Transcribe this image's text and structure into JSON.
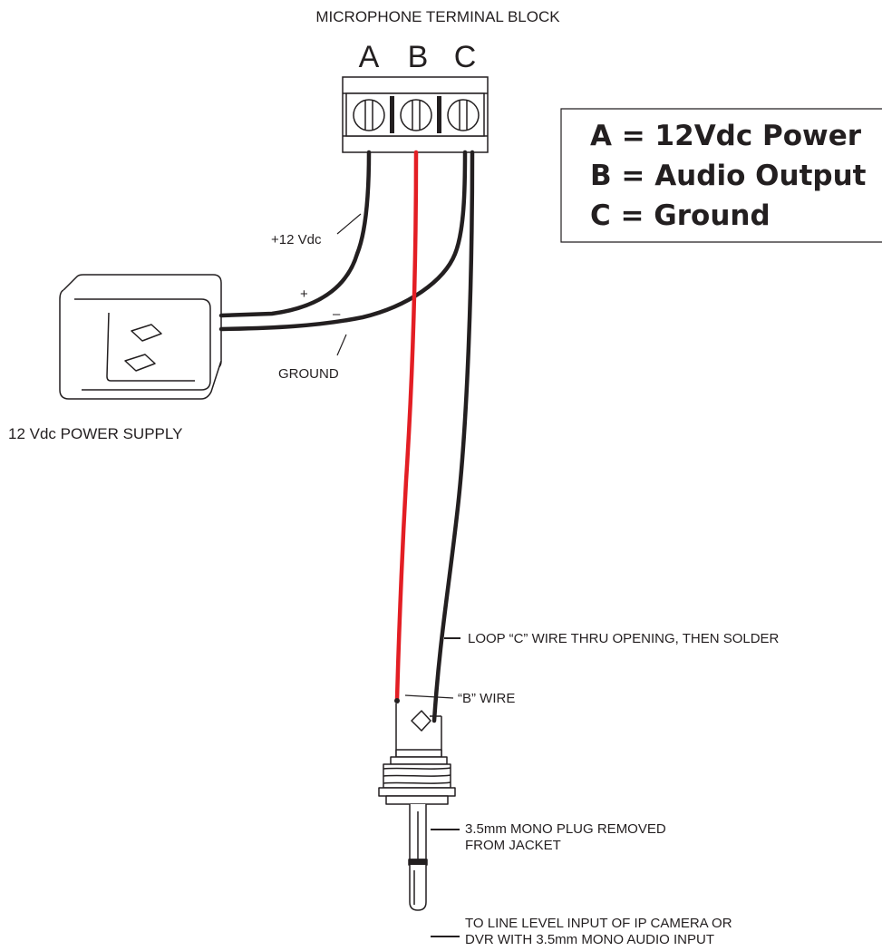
{
  "title": "MICROPHONE TERMINAL BLOCK",
  "terminals": [
    "A",
    "B",
    "C"
  ],
  "legend": [
    "A = 12Vdc Power",
    "B = Audio Output",
    "C = Ground"
  ],
  "labels": {
    "plus12": "+12 Vdc",
    "plus": "+",
    "minus": "–",
    "ground": "GROUND",
    "power_supply": "12 Vdc POWER SUPPLY",
    "loop_c": "LOOP “C” WIRE THRU OPENING, THEN SOLDER",
    "b_wire": "“B” WIRE",
    "plug_1": "3.5mm MONO PLUG REMOVED",
    "plug_2": "FROM JACKET",
    "target_1": "TO LINE LEVEL INPUT OF IP CAMERA OR",
    "target_2": "DVR WITH 3.5mm MONO AUDIO INPUT"
  },
  "colors": {
    "wire_black": "#231f20",
    "wire_red": "#e31e24",
    "ink": "#231f20"
  }
}
